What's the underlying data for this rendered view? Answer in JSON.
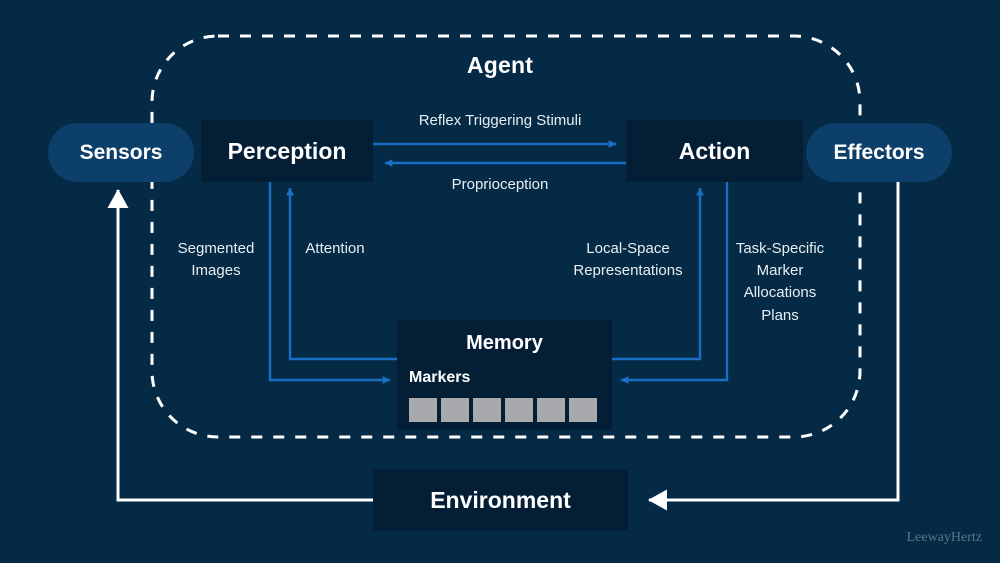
{
  "diagram": {
    "title": "Agent",
    "background_color": "#052a45",
    "box_color": "#041e35",
    "pill_color": "#0d3f6b",
    "blue_arrow_color": "#1a6fc4",
    "white_arrow_color": "#ffffff",
    "marker_color": "#a7a9ac",
    "watermark": "LeewayHertz"
  },
  "nodes": {
    "sensors": {
      "label": "Sensors",
      "shape": "pill"
    },
    "effectors": {
      "label": "Effectors",
      "shape": "pill"
    },
    "perception": {
      "label": "Perception",
      "shape": "box"
    },
    "action": {
      "label": "Action",
      "shape": "box"
    },
    "memory": {
      "label": "Memory",
      "shape": "box",
      "markers_label": "Markers",
      "markers": [
        "",
        "",
        "",
        "",
        "",
        ""
      ]
    },
    "environment": {
      "label": "Environment",
      "shape": "box"
    }
  },
  "edge_labels": {
    "reflex": "Reflex Triggering Stimuli",
    "proprioception": "Proprioception",
    "segmented_images": "Segmented\nImages",
    "attention": "Attention",
    "local_space": "Local-Space\nRepresentations",
    "task_specific": "Task-Specific\nMarker\nAllocations\nPlans"
  }
}
